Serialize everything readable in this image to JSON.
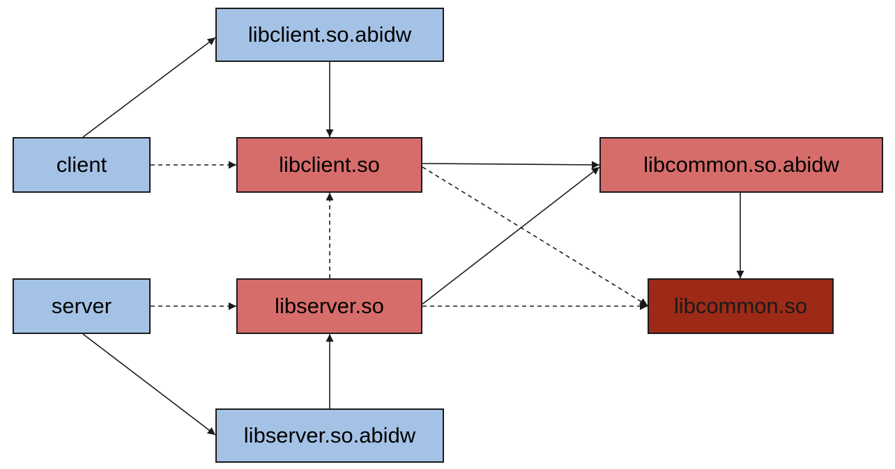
{
  "colors": {
    "blue": "#a4c2e5",
    "red": "#d66d6b",
    "dark_red": "#9c2a16",
    "stroke": "#1a1a1a"
  },
  "nodes": {
    "libclient_abidw": {
      "label": "libclient.so.abidw",
      "fill": "blue"
    },
    "client": {
      "label": "client",
      "fill": "blue"
    },
    "libclient": {
      "label": "libclient.so",
      "fill": "red"
    },
    "libcommon_abidw": {
      "label": "libcommon.so.abidw",
      "fill": "red"
    },
    "server": {
      "label": "server",
      "fill": "blue"
    },
    "libserver": {
      "label": "libserver.so",
      "fill": "red"
    },
    "libcommon": {
      "label": "libcommon.so",
      "fill": "dark_red"
    },
    "libserver_abidw": {
      "label": "libserver.so.abidw",
      "fill": "blue"
    }
  },
  "edges": [
    {
      "from": "client",
      "to": "libclient_abidw",
      "style": "solid"
    },
    {
      "from": "libclient_abidw",
      "to": "libclient",
      "style": "solid"
    },
    {
      "from": "client",
      "to": "libclient",
      "style": "dashed"
    },
    {
      "from": "libclient",
      "to": "libcommon_abidw",
      "style": "solid"
    },
    {
      "from": "libclient",
      "to": "libcommon",
      "style": "dashed"
    },
    {
      "from": "libcommon_abidw",
      "to": "libcommon",
      "style": "solid"
    },
    {
      "from": "libserver",
      "to": "libclient",
      "style": "dashed"
    },
    {
      "from": "server",
      "to": "libserver",
      "style": "dashed"
    },
    {
      "from": "libserver",
      "to": "libcommon_abidw",
      "style": "solid"
    },
    {
      "from": "libserver",
      "to": "libcommon",
      "style": "dashed"
    },
    {
      "from": "server",
      "to": "libserver_abidw",
      "style": "solid"
    },
    {
      "from": "libserver_abidw",
      "to": "libserver",
      "style": "solid"
    }
  ]
}
